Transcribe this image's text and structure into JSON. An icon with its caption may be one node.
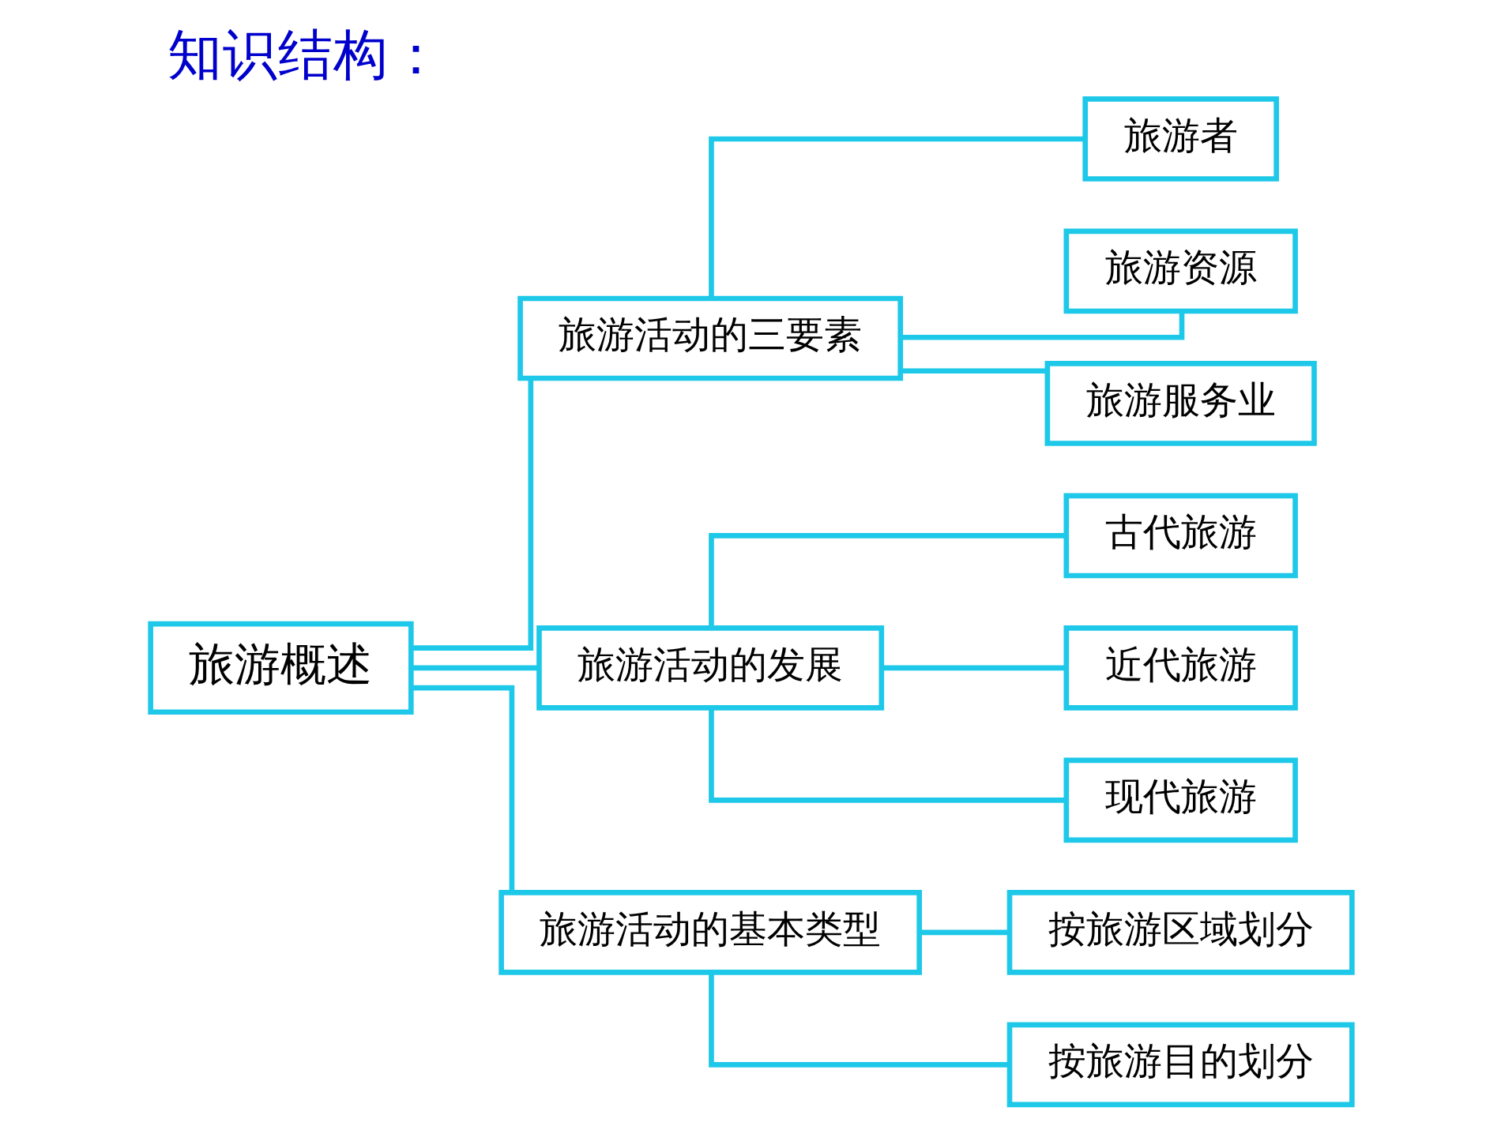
{
  "diagram": {
    "title": "知识结构：",
    "nodes": [
      {
        "text": [
          "旅游概述"
        ]
      },
      {
        "text": [
          "旅游活动的三要素"
        ]
      },
      {
        "text": [
          "旅游者"
        ]
      },
      {
        "text": [
          "旅游资源"
        ]
      },
      {
        "text": [
          "旅游服务业"
        ]
      },
      {
        "text": [
          "旅游活动的发展"
        ]
      },
      {
        "text": [
          "古代旅游"
        ]
      },
      {
        "text": [
          "近代旅游"
        ]
      },
      {
        "text": [
          "现代旅游"
        ]
      },
      {
        "text": [
          "旅游活动的基本类型"
        ]
      },
      {
        "text": [
          "按旅游区域划分"
        ]
      },
      {
        "text": [
          "按旅游目的划分"
        ]
      }
    ],
    "edges": [
      {
        "from": 0,
        "to": 1,
        "arrow": "none"
      },
      {
        "from": 0,
        "to": 5,
        "arrow": "none"
      },
      {
        "from": 0,
        "to": 9,
        "arrow": "none"
      },
      {
        "from": 1,
        "to": 2,
        "arrow": "none"
      },
      {
        "from": 1,
        "to": 3,
        "arrow": "none"
      },
      {
        "from": 1,
        "to": 4,
        "arrow": "none"
      },
      {
        "from": 5,
        "to": 6,
        "arrow": "none"
      },
      {
        "from": 5,
        "to": 7,
        "arrow": "none"
      },
      {
        "from": 5,
        "to": 8,
        "arrow": "none"
      },
      {
        "from": 9,
        "to": 10,
        "arrow": "none"
      },
      {
        "from": 9,
        "to": 11,
        "arrow": "none"
      }
    ]
  }
}
